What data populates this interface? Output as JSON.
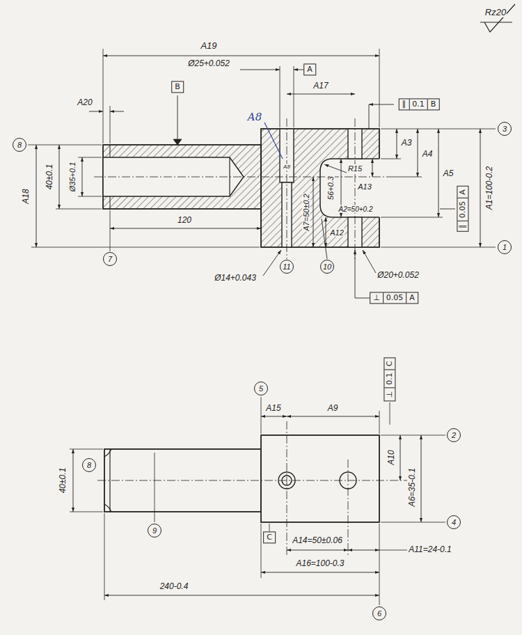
{
  "diagram": {
    "nodes": [
      {
        "text": [
          "A"
        ]
      },
      {
        "text": [
          "B"
        ]
      },
      {
        "text": [
          "∥",
          "0.1",
          "B"
        ]
      },
      {
        "text": [
          "∥",
          "0.05",
          "A"
        ]
      },
      {
        "text": [
          "⊥",
          "0.05",
          "A"
        ]
      },
      {
        "text": [
          "⊥",
          "0.1",
          "C"
        ]
      },
      {
        "text": [
          "C"
        ]
      }
    ],
    "labels": [
      "Rz20",
      "A19",
      "Ø25+0.052",
      "A17",
      "A20",
      "A8",
      "A8",
      "R15",
      "A3",
      "A4",
      "A5",
      "56+0.3",
      "A13",
      "A1=100-0.2",
      "A18",
      "40±0.1",
      "Ø35+0.1",
      "A2=50+0.2",
      "A7=50±0.2",
      "120",
      "A12",
      "8",
      "3",
      "1",
      "7",
      "11",
      "10",
      "Ø14+0.043",
      "Ø20+0.052",
      "5",
      "A15",
      "A9",
      "2",
      "A10",
      "8",
      "40±0.1",
      "A6=35-0.1",
      "4",
      "9",
      "A14=50±0.06",
      "A11=24-0.1",
      "A16=100-0.3",
      "240-0.4",
      "6"
    ]
  }
}
